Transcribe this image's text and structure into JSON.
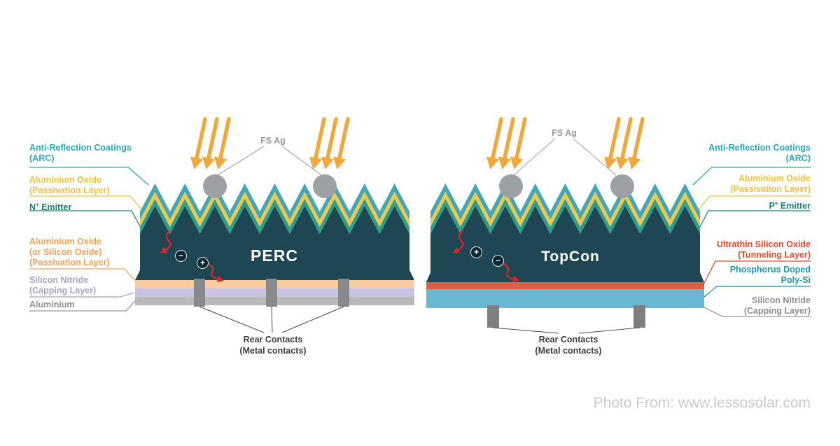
{
  "credit": "Photo From: www.lessosolar.com",
  "symbols": {
    "electron": "−",
    "hole": "+"
  },
  "perc": {
    "title": "PERC",
    "fs_ag": "FS Ag",
    "labels": {
      "arc": {
        "line1": "Anti-Reflection Coatings",
        "line2": "(ARC)"
      },
      "alox_top": {
        "line1": "Aluminium Oxide",
        "line2": "(Passivation Layer)"
      },
      "emitter": {
        "base": "N",
        "sup": "+",
        "rest": " Emitter"
      },
      "alox_rear": {
        "line1": "Aluminium Oxide",
        "line2": "(or Silicon Oxide)",
        "line3": "(Passivation Layer)"
      },
      "capping": {
        "line1": "Silicon Nitride",
        "line2": "(Capping Layer)"
      },
      "aluminium": {
        "line1": "Aluminium"
      },
      "rear_contacts": {
        "line1": "Rear Contacts",
        "line2": "(Metal contacts)"
      }
    }
  },
  "topcon": {
    "title": "TopCon",
    "fs_ag": "FS Ag",
    "labels": {
      "arc": {
        "line1": "Anti-Reflection Coatings",
        "line2": "(ARC)"
      },
      "alox_top": {
        "line1": "Aluminium Oxide",
        "line2": "(Passivation Layer)"
      },
      "emitter": {
        "base": "P",
        "sup": "+",
        "rest": " Emitter"
      },
      "tunneling": {
        "line1": "Ultrathin Silicon Oxide",
        "line2": "(Tunneling Layer)"
      },
      "poly_si": {
        "line1": "Phosphorus Doped",
        "line2": "Poly-Si"
      },
      "capping": {
        "line1": "Silicon Nitride",
        "line2": "(Capping Layer)"
      },
      "rear_contacts": {
        "line1": "Rear Contacts",
        "line2": "(Metal contacts)"
      }
    }
  },
  "colors": {
    "arc_teal": "#45A7B6",
    "passivation_yellow": "#F3C84B",
    "emitter_green": "#2E9F8C",
    "bulk_navy": "#1E4653",
    "rear_passivation_peach": "#F7CD9F",
    "capping_lavender": "#C9C3E3",
    "aluminium_gray": "#B9B9B9",
    "tunneling_red": "#DE5F41",
    "poly_si_cyan": "#66B9D0",
    "contact_gray": "#87898B",
    "fs_ag_gray": "#9EA1A3",
    "sun_arrow_gold": "#F0A73B",
    "carrier_arrow_red": "#E02424",
    "label_arc": "#2AA7B8",
    "label_yellow": "#EFC041",
    "label_emitter": "#1F8278",
    "label_orange": "#F2A25C",
    "label_lavender": "#A9A1CF",
    "label_gray": "#8E8E8E",
    "label_red": "#E04A2D",
    "label_poly": "#2095A8"
  }
}
